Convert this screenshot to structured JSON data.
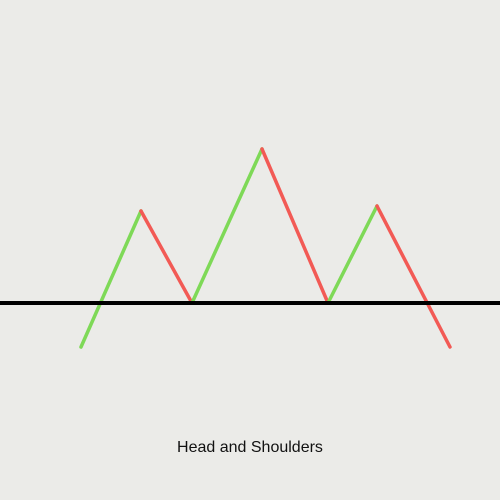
{
  "caption": "Head and Shoulders",
  "colors": {
    "background": "#ebebe8",
    "rising": "#7ed957",
    "falling": "#f25a55",
    "neckline": "#000000"
  },
  "pattern": {
    "segments": [
      {
        "trend": "up"
      },
      {
        "trend": "down"
      },
      {
        "trend": "up"
      },
      {
        "trend": "down"
      },
      {
        "trend": "up"
      },
      {
        "trend": "down"
      }
    ]
  }
}
